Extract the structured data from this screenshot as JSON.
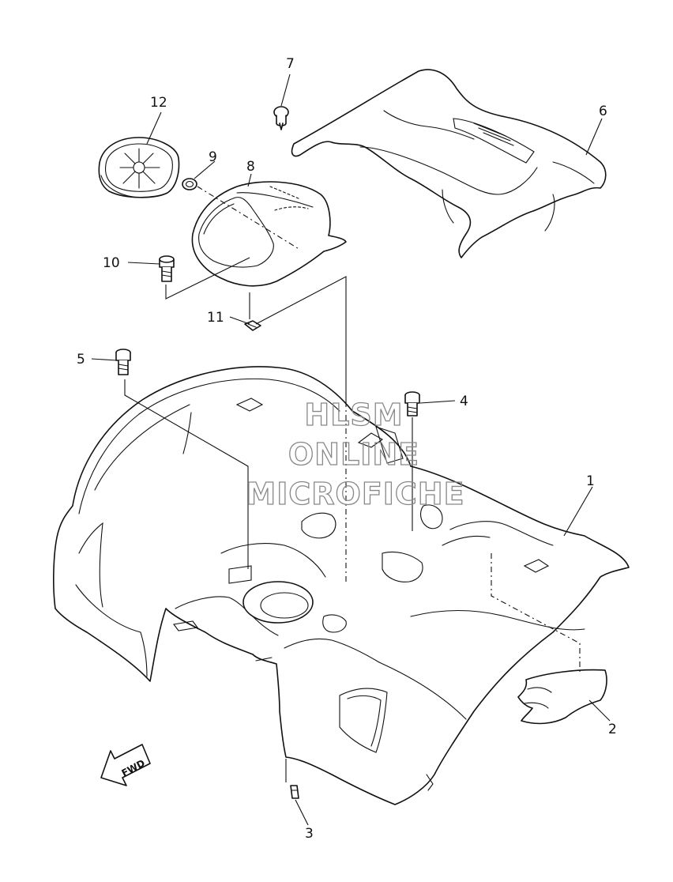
{
  "callouts": {
    "c1": "1",
    "c2": "2",
    "c3": "3",
    "c4": "4",
    "c5": "5",
    "c6": "6",
    "c7": "7",
    "c8": "8",
    "c9": "9",
    "c10": "10",
    "c11": "11",
    "c12": "12"
  },
  "direction_badge": "FWD",
  "watermark": {
    "line1": "HLSM",
    "line2": "ONLINE",
    "line3": "MICROFICHE"
  },
  "colors": {
    "line": "#111111",
    "watermark": "#888888",
    "background": "#ffffff"
  }
}
